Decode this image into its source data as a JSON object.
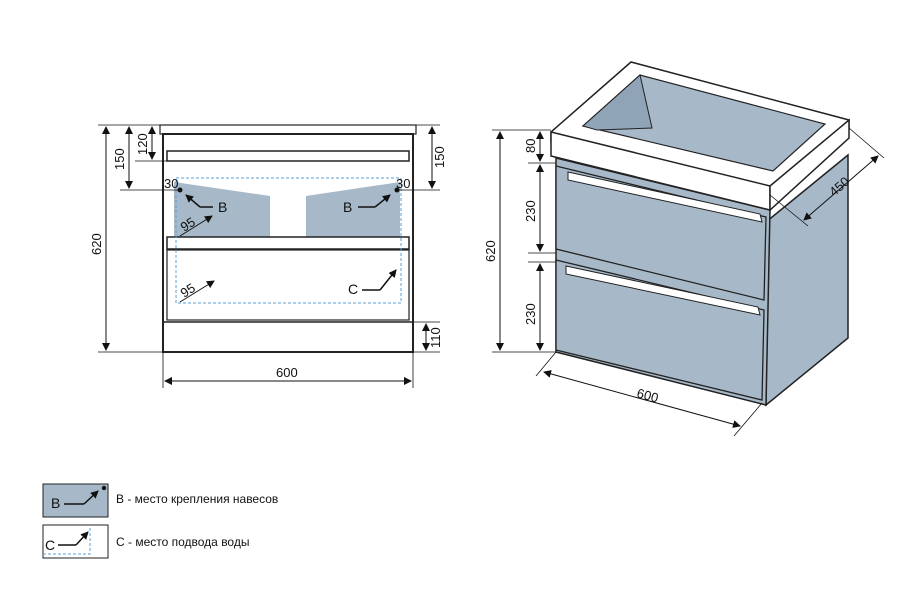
{
  "colors": {
    "fill": "#a7b9c9",
    "fill_dark": "#8fa4b7",
    "stroke": "#222222",
    "dashed": "#5aa0d8",
    "white": "#ffffff"
  },
  "front_view": {
    "dims": {
      "height_total": "620",
      "top_outer": "150",
      "top_inner": "120",
      "right_top": "150",
      "bottom": "110",
      "width": "600",
      "offset_left": "30",
      "offset_right": "30",
      "diag_upper": "95",
      "diag_lower": "95"
    },
    "markers": {
      "b_left": "B",
      "b_right": "B",
      "c": "C"
    }
  },
  "iso_view": {
    "dims": {
      "height_total": "620",
      "top": "80",
      "drawer_upper": "230",
      "drawer_lower": "230",
      "width": "600",
      "depth": "450"
    }
  },
  "legend": {
    "b": {
      "marker": "B",
      "text": "B - место крепления навесов"
    },
    "c": {
      "marker": "C",
      "text": "C - место подвода воды"
    }
  }
}
